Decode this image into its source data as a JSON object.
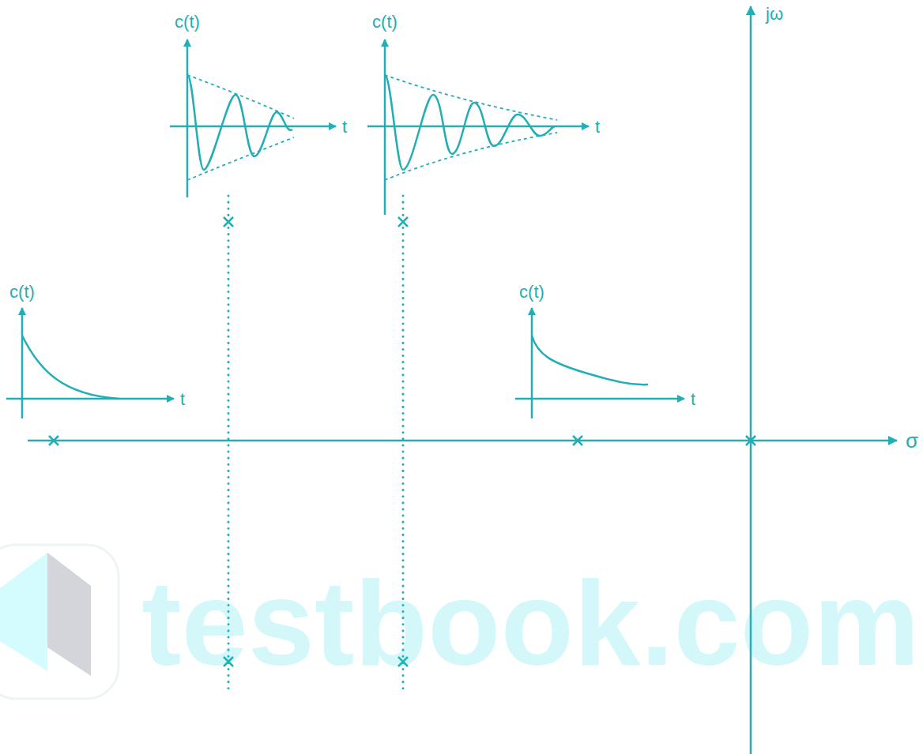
{
  "diagram": {
    "labels": [
      "c(t)",
      "t",
      "c(t)",
      "t",
      "jω",
      "c(t)",
      "t",
      "c(t)",
      "t",
      "σ",
      "testbook.com"
    ]
  }
}
